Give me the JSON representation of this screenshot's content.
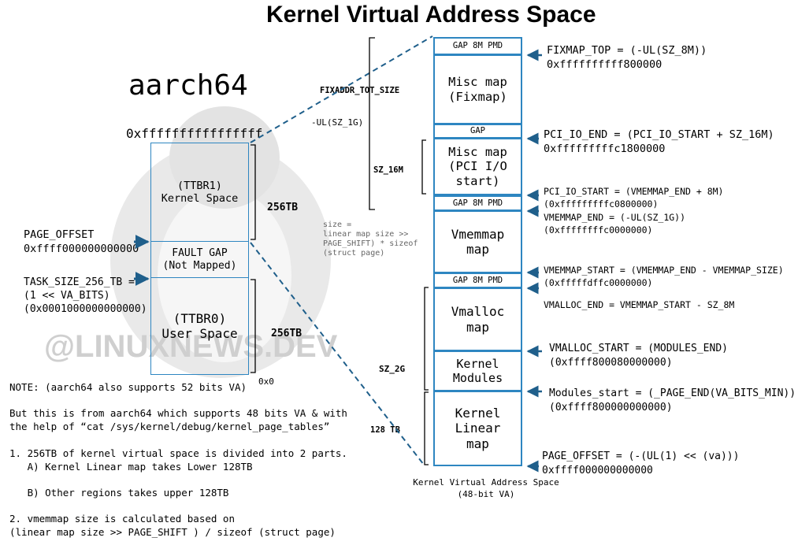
{
  "title": "Kernel Virtual Address Space",
  "arch_label": "aarch64",
  "watermark": "@LINUXNEWS.DEV",
  "colors": {
    "accent": "#2e86c1",
    "watermark": "#cfcfcf",
    "annotation_gray": "#666666"
  },
  "left": {
    "top_address": "0xffffffffffffffff",
    "kernel_box": "(TTBR1)\nKernel Space",
    "fault_box": "FAULT GAP\n(Not Mapped)",
    "user_box": "(TTBR0)\nUser Space",
    "size_kernel": "256TB",
    "size_user": "256TB",
    "bottom_address": "0x0",
    "page_offset_label": "PAGE_OFFSET\n0xffff000000000000",
    "task_size_label": "TASK_SIZE_256_TB =\n(1 << VA_BITS)\n(0x0001000000000000)"
  },
  "middle": {
    "fixaddr_tot_size": "FIXADDR_TOT_SIZE",
    "ul_sz_1g": "-UL(SZ_1G)",
    "sz_16m": "SZ_16M",
    "size_formula": "size =\nlinear map size >>\nPAGE_SHIFT) * sizeof\n(struct page)",
    "sz_2g": "SZ_2G",
    "sz_128tb": "128 TB"
  },
  "right_boxes": {
    "gap1": "GAP 8M PMD",
    "fixmap": "Misc map\n(Fixmap)",
    "gap2": "GAP",
    "pci": "Misc map\n(PCI I/O\nstart)",
    "gap3": "GAP 8M PMD",
    "vmemmap": "Vmemmap\nmap",
    "gap4": "GAP 8M PMD",
    "vmalloc": "Vmalloc\nmap",
    "modules": "Kernel\nModules",
    "linear": "Kernel\nLinear\nmap"
  },
  "annotations": {
    "fixmap_top": "FIXMAP_TOP = (-UL(SZ_8M))\n0xffffffffff800000",
    "pci_io_end": "PCI_IO_END = (PCI_IO_START + SZ_16M)\n0xfffffffffc1800000",
    "pci_io_start": "PCI_IO_START = (VMEMMAP_END + 8M)\n(0xfffffffffc0800000)",
    "vmemmap_end": "VMEMMAP_END = (-UL(SZ_1G))\n(0xffffffffc0000000)",
    "vmemmap_start": "VMEMMAP_START = (VMEMMAP_END - VMEMMAP_SIZE)\n(0xfffffdffc0000000)",
    "vmalloc_end": "VMALLOC_END = VMEMMAP_START - SZ_8M",
    "vmalloc_start": "VMALLOC_START = (MODULES_END)\n(0xffff800080000000)",
    "modules_start": "Modules_start = (_PAGE_END(VA_BITS_MIN))\n(0xffff800000000000)",
    "page_offset": "PAGE_OFFSET = (-(UL(1) << (va)))\n0xffff000000000000"
  },
  "caption": "Kernel Virtual Address Space\n(48-bit VA)",
  "notes": {
    "line1": "NOTE: (aarch64 also supports 52 bits VA)",
    "line2": "But this is from aarch64 which supports 48 bits VA & with",
    "line3": "the help of “cat /sys/kernel/debug/kernel_page_tables”",
    "line4": "1. 256TB of kernel virtual space is divided into 2 parts.",
    "line5": "   A) Kernel Linear map takes Lower 128TB",
    "line6": "   B) Other regions takes upper 128TB",
    "line7": "2. vmemmap size is calculated based on",
    "line8": "(linear map size >> PAGE_SHIFT ) / sizeof (struct page)"
  }
}
